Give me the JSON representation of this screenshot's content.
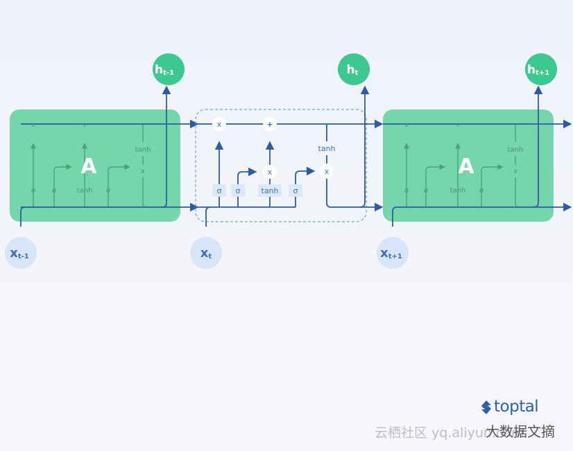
{
  "cells": {
    "prev": {
      "block_label": "A",
      "input_label": "x",
      "input_sub": "t-1",
      "output_label": "h",
      "output_sub": "t-1",
      "ops": {
        "mul_top": "x",
        "add_top": "+",
        "tanh": "tanh",
        "mul_right": "x"
      },
      "gates": [
        "σ",
        "σ",
        "tanh",
        "σ"
      ]
    },
    "current": {
      "input_label": "x",
      "input_sub": "t",
      "output_label": "h",
      "output_sub": "t",
      "ops": {
        "mul_top": "x",
        "add_top": "+",
        "mul_mid": "x",
        "tanh": "tanh",
        "mul_right": "x"
      },
      "gates": [
        "σ",
        "σ",
        "tanh",
        "σ"
      ]
    },
    "next": {
      "block_label": "A",
      "input_label": "x",
      "input_sub": "t+1",
      "output_label": "h",
      "output_sub": "t+1",
      "ops": {
        "mul_top": "x",
        "add_top": "+",
        "tanh": "tanh",
        "mul_right": "x"
      },
      "gates": [
        "σ",
        "σ",
        "tanh",
        "σ"
      ]
    }
  },
  "colors": {
    "block_green": "#5fd09e",
    "node_green": "#3cc88e",
    "arrow_blue": "#2d5ba6",
    "input_bubble": "#d7e5f8",
    "gate_box": "#dbe8f8"
  },
  "branding": {
    "logo_text": "toptal",
    "logo_icon": "toptal-logo-icon",
    "watermark_left": "云栖社区 yq.aliyun.com",
    "watermark_right": "大数据文摘"
  }
}
